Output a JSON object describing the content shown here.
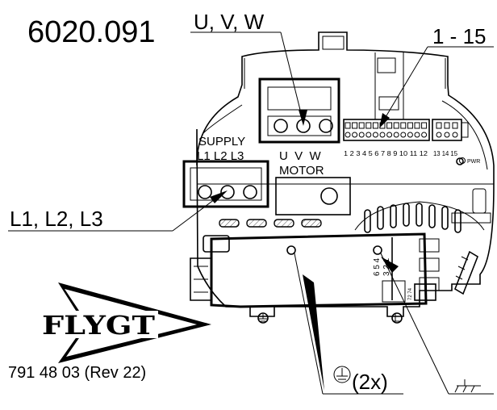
{
  "document": {
    "part_number": "6020.091",
    "drawing_number": "791 48 03 (Rev 22)",
    "brand": "FLYGT"
  },
  "callouts": {
    "motor_terminals": "U, V, W",
    "control_terminals": "1 - 15",
    "supply_terminals": "L1, L2, L3",
    "ground_count": "(2x)"
  },
  "board_labels": {
    "supply_heading": "SUPPLY",
    "supply_phases": "L1 L2 L3",
    "motor_phases": "U  V  W",
    "motor_heading": "MOTOR",
    "terminal_numbers": "1 2 3 4 5 6 7 8 9 10 11 12",
    "terminal_numbers_b": "13 14 15",
    "pwr_label": "PWR",
    "relay_numbers_top": "6 5 4",
    "relay_numbers_bottom": "3 2 1",
    "relay_small_label": "72 74"
  }
}
